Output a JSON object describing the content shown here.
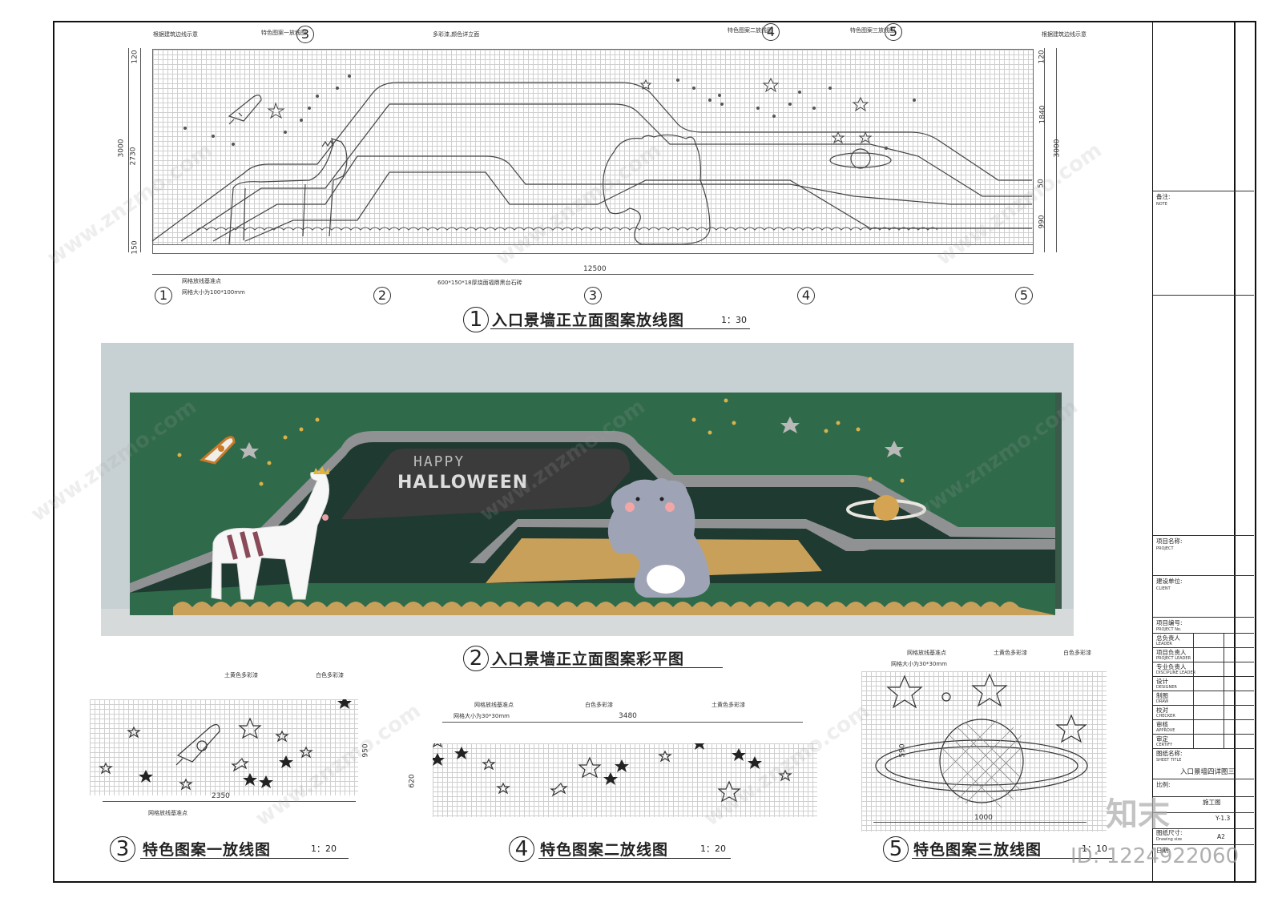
{
  "section1": {
    "title": "入口景墙正立面图案放线图",
    "scale": "1：30",
    "number": "1",
    "callouts": {
      "left_line": "根据建筑边线示意",
      "pattern1": "特色图案一放线图",
      "colorful": "多彩漆,颜色详立面",
      "pattern2": "特色图案二放线图",
      "pattern3": "特色图案三放线图",
      "right_line": "根据建筑边线示意",
      "origin": "网格放线基准点",
      "grid_size": "网格大小为100*100mm",
      "stone": "600*150*18厚烧面福鼎黑台石砖"
    },
    "dims_left": [
      "3000",
      "2730",
      "120",
      "150"
    ],
    "dims_right": [
      "120",
      "1840",
      "50",
      "990",
      "3000"
    ],
    "width": "12500",
    "axes": [
      "1",
      "2",
      "3",
      "4",
      "5"
    ]
  },
  "section2": {
    "title": "入口景墙正立面图案彩平图",
    "number": "2",
    "sign_text_1": "HAPPY",
    "sign_text_2": "HALLOWEEN"
  },
  "section3": {
    "title": "特色图案一放线图",
    "scale": "1：20",
    "number": "3",
    "callout_yellow": "土黄色多彩漆",
    "callout_white": "白色多彩漆",
    "origin": "网格放线基准点",
    "width": "2350",
    "height": "950"
  },
  "section4": {
    "title": "特色图案二放线图",
    "scale": "1：20",
    "number": "4",
    "origin": "网格放线基准点",
    "grid_size": "网格大小为30*30mm",
    "callout_white": "白色多彩漆",
    "callout_yellow": "土黄色多彩漆",
    "width": "3480",
    "height": "620"
  },
  "section5": {
    "title": "特色图案三放线图",
    "scale": "1：10",
    "number": "5",
    "origin": "网格放线基准点",
    "grid_size": "网格大小为30*30mm",
    "callout_yellow": "土黄色多彩漆",
    "callout_white": "白色多彩漆",
    "height": "590",
    "width": "1000"
  },
  "titleblock": {
    "note_cn": "备注:",
    "note_en": "NOTE",
    "project_cn": "项目名称:",
    "project_en": "PROJECT",
    "client_cn": "建设单位:",
    "client_en": "CLIENT",
    "projno_cn": "项目编号:",
    "projno_en": "PROJECT No.",
    "roles": [
      {
        "cn": "总负责人",
        "en": "LEADER"
      },
      {
        "cn": "项目负责人",
        "en": "PROJECT LEADER"
      },
      {
        "cn": "专业负责人",
        "en": "DISCIPLINE LEADER"
      },
      {
        "cn": "设计",
        "en": "DESIGNER"
      },
      {
        "cn": "制图",
        "en": "DRAW"
      },
      {
        "cn": "校对",
        "en": "CHECKER"
      },
      {
        "cn": "审核",
        "en": "APPROVE"
      },
      {
        "cn": "审定",
        "en": "CERTIFY"
      }
    ],
    "sheet_cn": "图纸名称:",
    "sheet_en": "SHEET TITLE",
    "sheet_title": "入口景墙四详图三",
    "ratio": "比例:",
    "desc": "施工图",
    "sheet_no": "Y-1.3",
    "size_cn": "图纸尺寸:",
    "size_en": "Drawing size",
    "size": "A2",
    "date": "日期:"
  },
  "watermark": {
    "logo": "知末",
    "id": "ID: 1224922060",
    "site": "www.znzmo.com"
  },
  "colors": {
    "wall_green": "#2f6a4a",
    "dark_band": "#1f3a30",
    "sand": "#c9a05a",
    "grey_strip": "#9a9a9a",
    "sky": "#c7d1d4"
  }
}
